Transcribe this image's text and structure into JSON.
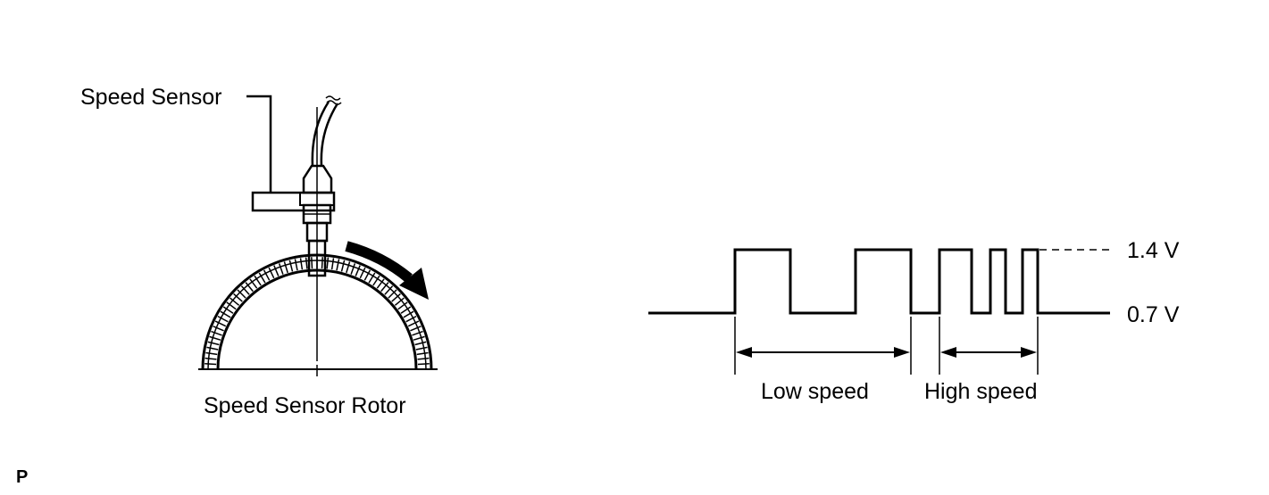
{
  "labels": {
    "speed_sensor": "Speed Sensor",
    "speed_sensor_rotor": "Speed Sensor Rotor",
    "low_speed": "Low speed",
    "high_speed": "High speed",
    "voltage_high": "1.4 V",
    "voltage_low": "0.7 V",
    "corner_code": "P"
  },
  "colors": {
    "line": "#000000",
    "background": "#ffffff"
  }
}
